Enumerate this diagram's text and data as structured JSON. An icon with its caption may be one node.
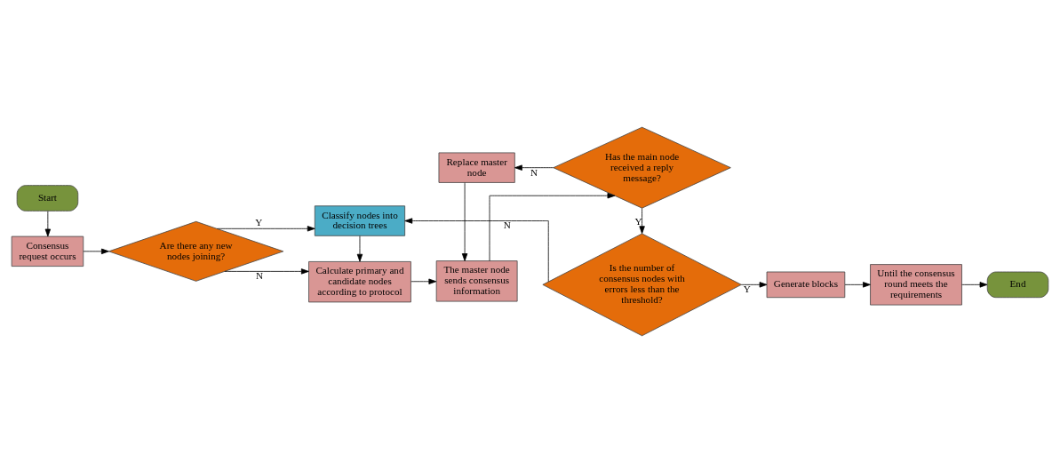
{
  "diagram": {
    "nodes": [
      {
        "text": [
          "Consensus request occurs"
        ]
      },
      {
        "text": [
          "Are there any new nodes joining?"
        ]
      },
      {
        "text": [
          "Classify nodes into decision trees"
        ]
      },
      {
        "text": [
          "Calculate primary and candidate nodes according to protocol"
        ]
      },
      {
        "text": [
          "Replace master node"
        ]
      },
      {
        "text": [
          "The master node sends consensus information"
        ]
      },
      {
        "text": [
          "Has the main node received a reply message?"
        ]
      },
      {
        "text": [
          "Start"
        ]
      },
      {
        "text": [
          "End"
        ]
      },
      {
        "text": [
          "Until the consensus round meets the requirements"
        ]
      },
      {
        "text": [
          "Generate blocks"
        ]
      },
      {
        "text": [
          "Is the number of consensus nodes with errors less than the threshold?"
        ]
      }
    ],
    "edges": [
      {
        "from": 7,
        "to": 0,
        "arrow": "to"
      },
      {
        "from": 0,
        "to": 1,
        "arrow": "to"
      },
      {
        "from": 1,
        "to": 2,
        "arrow": "to",
        "label": "Y"
      },
      {
        "from": 1,
        "to": 3,
        "arrow": "to",
        "label": "N"
      },
      {
        "from": 2,
        "to": 3,
        "arrow": "to"
      },
      {
        "from": 3,
        "to": 5,
        "arrow": "to"
      },
      {
        "from": 4,
        "to": 5,
        "arrow": "to"
      },
      {
        "from": 5,
        "to": 6,
        "arrow": "to"
      },
      {
        "from": 6,
        "to": 4,
        "arrow": "to",
        "label": "N"
      },
      {
        "from": 6,
        "to": 11,
        "arrow": "to",
        "label": "Y"
      },
      {
        "from": 11,
        "to": 10,
        "arrow": "to",
        "label": "Y"
      },
      {
        "from": 11,
        "to": 2,
        "arrow": "to",
        "label": "N"
      },
      {
        "from": 10,
        "to": 9,
        "arrow": "to"
      },
      {
        "from": 9,
        "to": 8,
        "arrow": "to"
      }
    ]
  }
}
